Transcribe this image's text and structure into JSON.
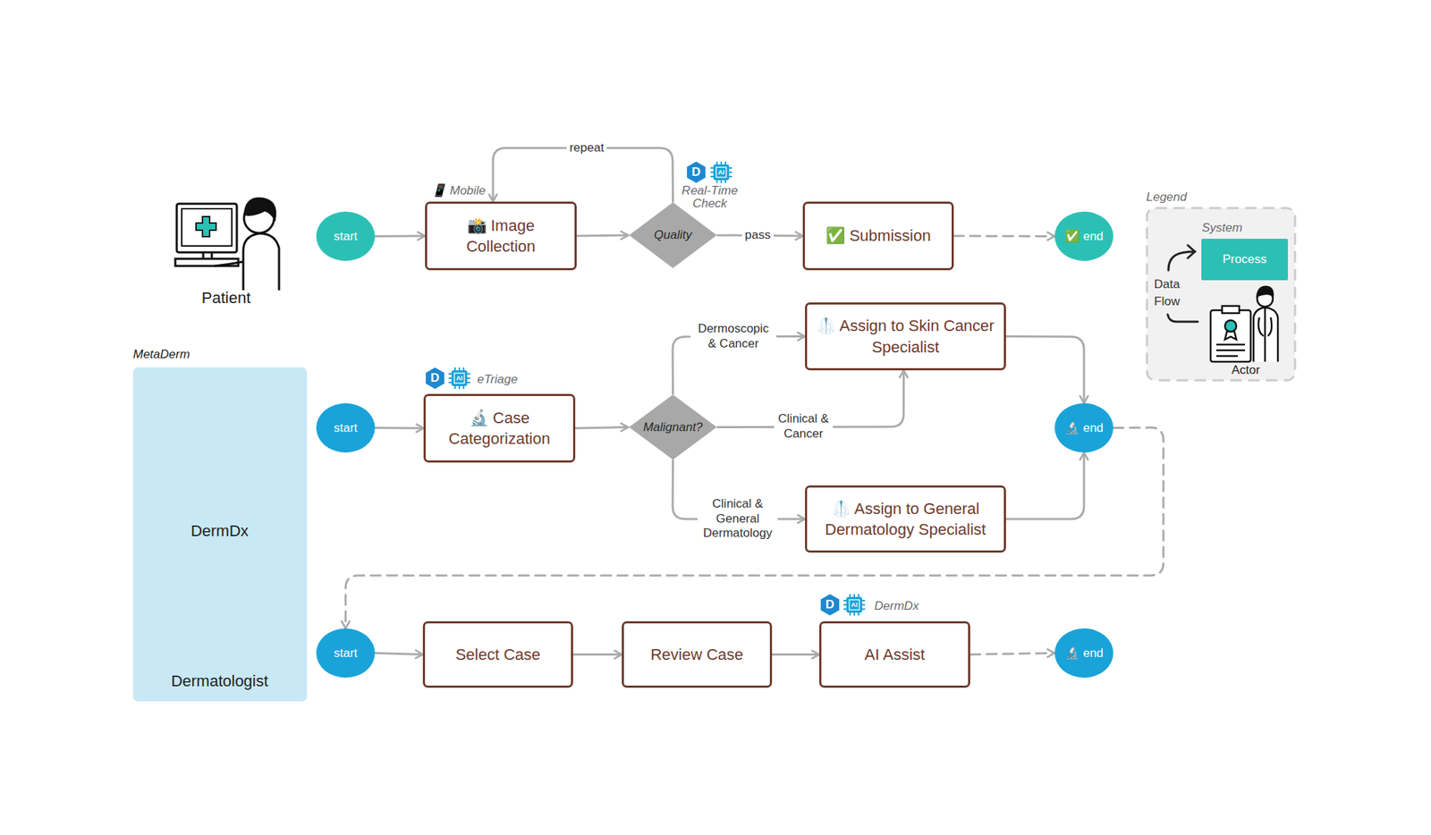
{
  "diagram": {
    "nodes": [
      {
        "text": [
          "start"
        ]
      },
      {
        "text": [
          "📱 Mobile",
          "📸 Image Collection"
        ]
      },
      {
        "text": [
          "Real-Time Check",
          "Quality"
        ]
      },
      {
        "text": [
          "✅ Submission"
        ]
      },
      {
        "text": [
          "✅ end"
        ]
      },
      {
        "text": [
          "MetaDerm"
        ]
      },
      {
        "text": [
          "DermDx"
        ],
        "in": 5
      },
      {
        "text": [
          "Dermatologist"
        ],
        "in": 5
      },
      {
        "text": [
          "start"
        ]
      },
      {
        "text": [
          "eTriage",
          "🔬 Case Categorization"
        ]
      },
      {
        "text": [
          "Malignant?"
        ]
      },
      {
        "text": [
          "🥼 Assign to Skin Cancer Specialist"
        ]
      },
      {
        "text": [
          "🥼 Assign to General Dermatology Specialist"
        ]
      },
      {
        "text": [
          "🔬 end"
        ]
      },
      {
        "text": [
          "start"
        ]
      },
      {
        "text": [
          "Select Case"
        ]
      },
      {
        "text": [
          "Review Case"
        ]
      },
      {
        "text": [
          "DermDx",
          "AI Assist"
        ]
      },
      {
        "text": [
          "🔬 end"
        ]
      }
    ],
    "edges": [
      {
        "from": 0,
        "to": 1,
        "arrow": "to"
      },
      {
        "from": 1,
        "to": 2,
        "arrow": "to"
      },
      {
        "from": 2,
        "to": 3,
        "label": "pass",
        "arrow": "to"
      },
      {
        "from": 2,
        "to": 1,
        "label": "repeat",
        "arrow": "to"
      },
      {
        "from": 3,
        "to": 4,
        "arrow": "to"
      },
      {
        "from": 8,
        "to": 9,
        "arrow": "to"
      },
      {
        "from": 9,
        "to": 10,
        "arrow": "to"
      },
      {
        "from": 10,
        "to": 11,
        "label": "Dermoscopic & Cancer",
        "arrow": "to"
      },
      {
        "from": 10,
        "to": 11,
        "label": "Clinical & Cancer",
        "arrow": "to"
      },
      {
        "from": 10,
        "to": 12,
        "label": "Clinical & General Dermatology",
        "arrow": "to"
      },
      {
        "from": 11,
        "to": 13,
        "arrow": "to"
      },
      {
        "from": 12,
        "to": 13,
        "arrow": "to"
      },
      {
        "from": 13,
        "to": 14,
        "arrow": "to"
      },
      {
        "from": 14,
        "to": 15,
        "arrow": "to"
      },
      {
        "from": 15,
        "to": 16,
        "arrow": "to"
      },
      {
        "from": 16,
        "to": 17,
        "arrow": "to"
      },
      {
        "from": 17,
        "to": 18,
        "arrow": "to"
      }
    ],
    "labels": [
      "Patient",
      "D",
      "AI",
      "D",
      "AI",
      "D",
      "AI",
      "Legend",
      "System"
    ],
    "legend": [
      {
        "text": "Process",
        "color": "#2CC0B5"
      },
      {
        "text": "Data Flow"
      },
      {
        "text": "Actor"
      }
    ]
  }
}
